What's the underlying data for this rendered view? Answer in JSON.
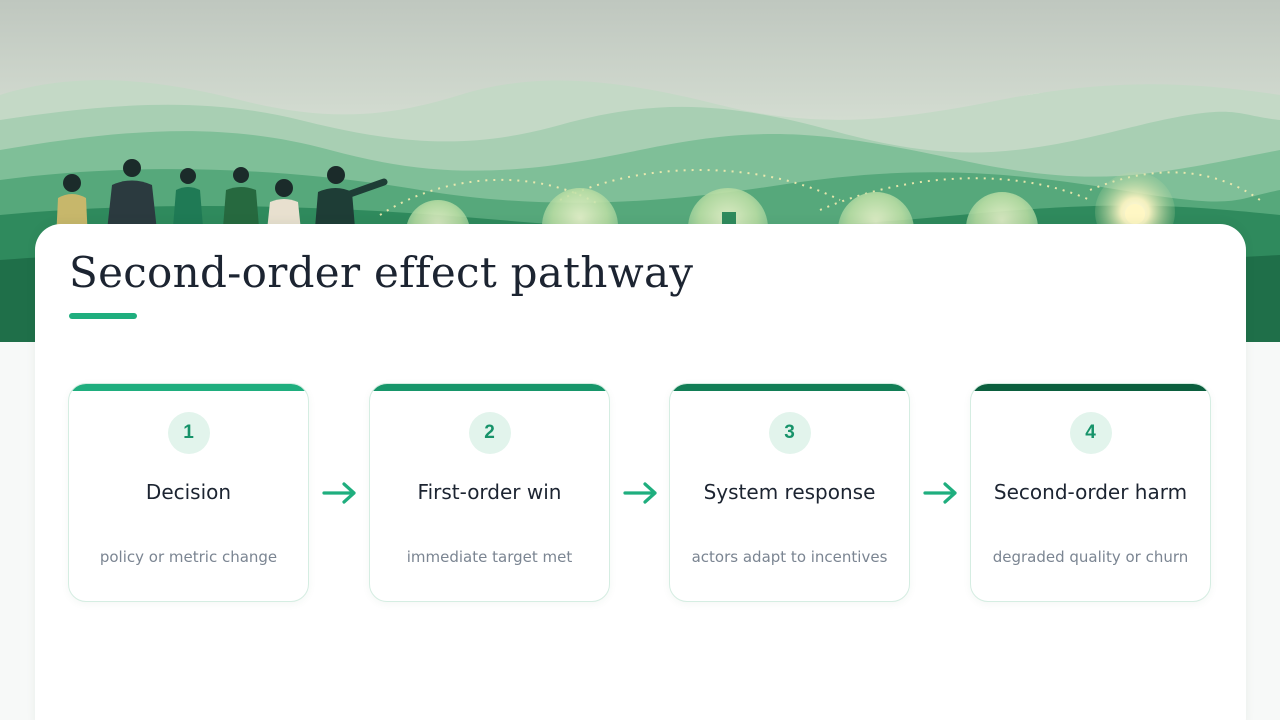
{
  "slide": {
    "title": "Second-order effect pathway"
  },
  "theme": {
    "accent": "#1fae7e",
    "number_bg": "#e2f4ec",
    "number_fg": "#17936a",
    "arrow": "#1fae7e",
    "bar_colors": [
      "#1fae7e",
      "#17966a",
      "#127e56",
      "#0b5f3e"
    ]
  },
  "pathway": {
    "steps": [
      {
        "number": "1",
        "title": "Decision",
        "subtitle": "policy or metric change"
      },
      {
        "number": "2",
        "title": "First-order win",
        "subtitle": "immediate target met"
      },
      {
        "number": "3",
        "title": "System response",
        "subtitle": "actors adapt to incentives"
      },
      {
        "number": "4",
        "title": "Second-order harm",
        "subtitle": "degraded quality or churn"
      }
    ],
    "connector_icon": "arrow-right-icon"
  },
  "hero": {
    "illustration_icons": [
      "people-group-icon",
      "glowing-orb-icon",
      "mountains-icon"
    ]
  }
}
